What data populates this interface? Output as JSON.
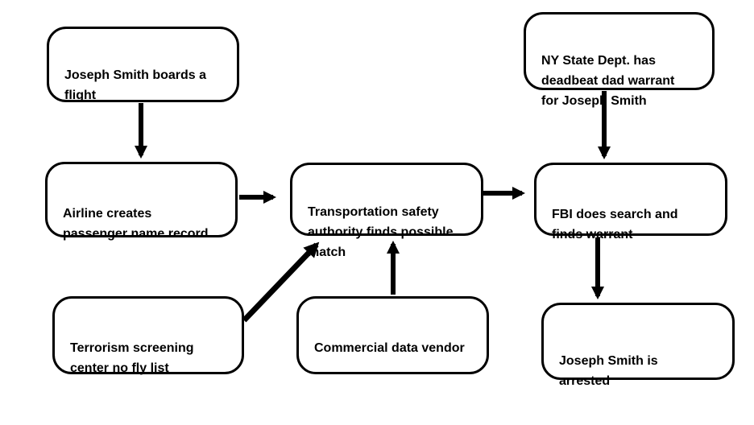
{
  "diagram": {
    "background_color": "#ffffff",
    "line_color": "#000000",
    "nodes": {
      "boards": {
        "label": [
          "Joseph Smith boards a",
          "flight"
        ]
      },
      "nydept": {
        "label": [
          "NY State Dept. has",
          "deadbeat dad warrant",
          "for Joseph Smith"
        ]
      },
      "airline": {
        "label": [
          "Airline creates",
          "passenger name record"
        ]
      },
      "tsa": {
        "label": [
          "Transportation safety",
          "authority finds possible",
          "match"
        ]
      },
      "fbi": {
        "label": [
          "FBI does search and",
          "finds warrant"
        ]
      },
      "nofly": {
        "label": [
          "Terrorism screening",
          "center no fly list"
        ]
      },
      "vendor": {
        "label": [
          "Commercial data vendor"
        ]
      },
      "arrested": {
        "label": [
          "Joseph Smith is",
          "arrested"
        ]
      }
    },
    "edges": [
      {
        "from": "boards",
        "to": "airline"
      },
      {
        "from": "airline",
        "to": "tsa"
      },
      {
        "from": "nofly",
        "to": "tsa"
      },
      {
        "from": "vendor",
        "to": "tsa"
      },
      {
        "from": "tsa",
        "to": "fbi"
      },
      {
        "from": "nydept",
        "to": "fbi"
      },
      {
        "from": "fbi",
        "to": "arrested"
      }
    ]
  }
}
